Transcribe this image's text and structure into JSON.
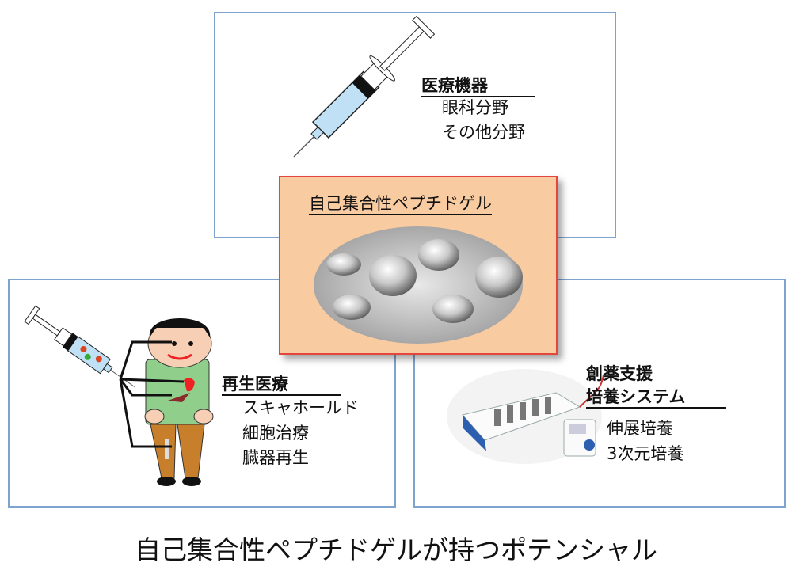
{
  "center": {
    "title": "自己集合性ペプチドゲル"
  },
  "top_panel": {
    "heading": "医療機器",
    "items": [
      "眼科分野",
      "その他分野"
    ]
  },
  "left_panel": {
    "heading": "再生医療",
    "items": [
      "スキャホールド",
      "細胞治療",
      "臓器再生"
    ]
  },
  "right_panel": {
    "heading_line1": "創薬支援",
    "heading_line2": "培養システム",
    "items": [
      "伸展培養",
      "3次元培養"
    ]
  },
  "caption": "自己集合性ペプチドゲルが持つポテンシャル",
  "colors": {
    "box_border": "#7ea3cf",
    "center_fill": "#f9cba1",
    "center_border": "#e2463d"
  }
}
